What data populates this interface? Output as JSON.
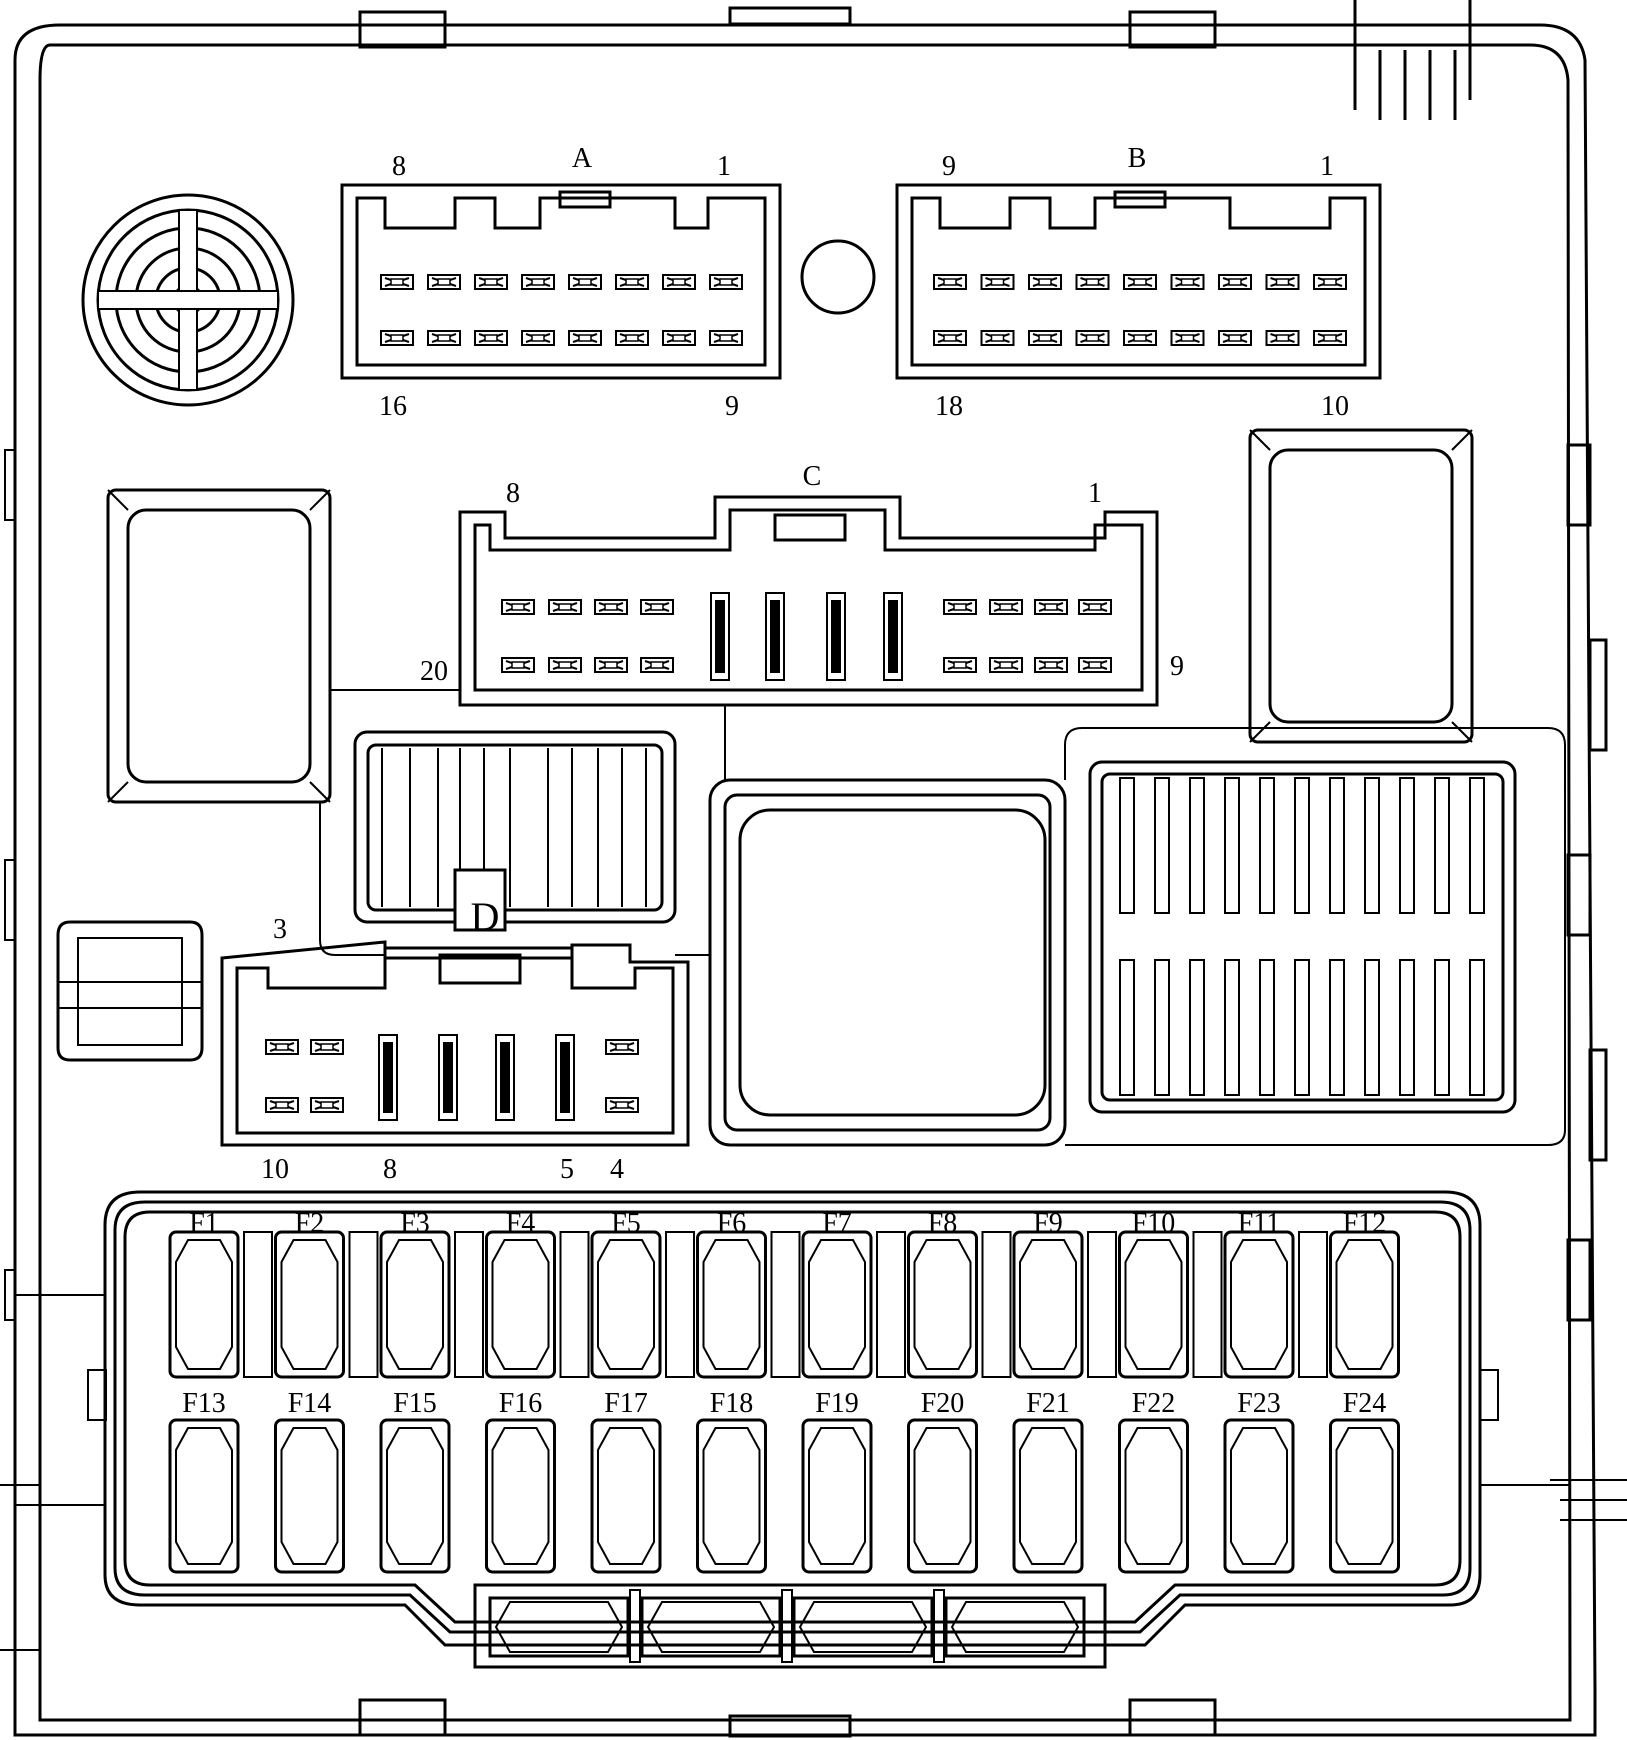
{
  "connectors": {
    "A": {
      "title": "A",
      "pin_top_left": "8",
      "pin_top_right": "1",
      "pin_bottom_left": "16",
      "pin_bottom_right": "9"
    },
    "B": {
      "title": "B",
      "pin_top_left": "9",
      "pin_top_right": "1",
      "pin_bottom_left": "18",
      "pin_bottom_right": "10"
    },
    "C": {
      "title": "C",
      "pin_top_left": "8",
      "pin_top_right": "1",
      "pin_bottom_left": "20",
      "pin_bottom_right": "9"
    },
    "D": {
      "title": "D",
      "pin_top_left": "3",
      "pin_bottom_1": "10",
      "pin_bottom_2": "8",
      "pin_bottom_3": "5",
      "pin_bottom_4": "4"
    }
  },
  "fuses": {
    "top_row": [
      "F1",
      "F2",
      "F3",
      "F4",
      "F5",
      "F6",
      "F7",
      "F8",
      "F9",
      "F10",
      "F11",
      "F12"
    ],
    "bottom_row": [
      "F13",
      "F14",
      "F15",
      "F16",
      "F17",
      "F18",
      "F19",
      "F20",
      "F21",
      "F22",
      "F23",
      "F24"
    ]
  }
}
